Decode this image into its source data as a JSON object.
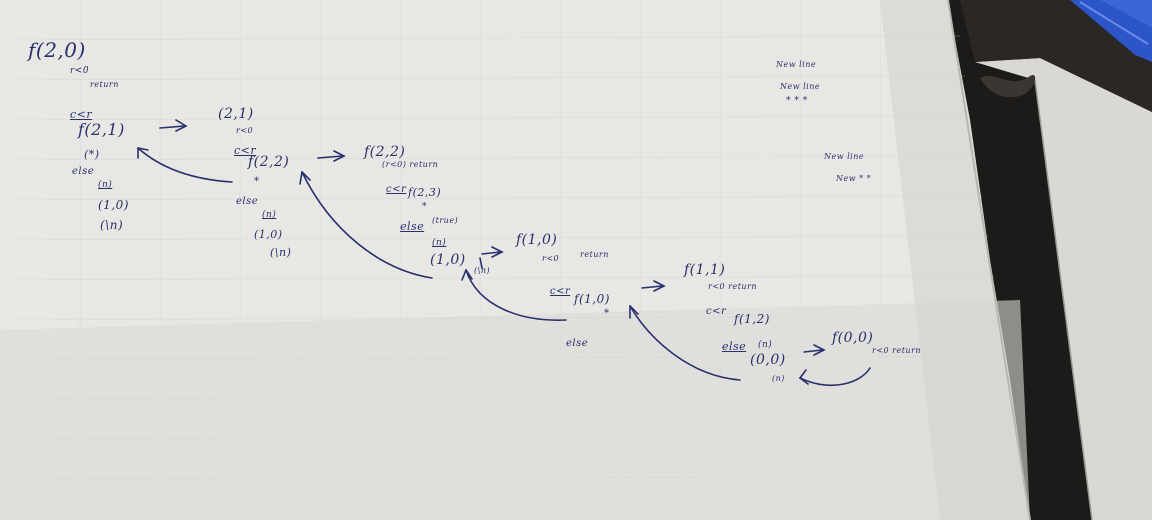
{
  "colors": {
    "ink": "#27306e",
    "paper": "#ecebe7",
    "paper_shadow": "#c8c7c2",
    "background": "#1d1b19",
    "pen_blue": "#2c56c8"
  },
  "notes": {
    "n1": "f(2,0)",
    "n2": "r<0",
    "n3": "return",
    "n4": "c<r",
    "n5": "f(2,1)",
    "n6": "(*)",
    "n7": "else",
    "n8": "(n)",
    "n9": "(1,0)",
    "n10": "(\\n)",
    "n11": "(2,1)",
    "n12": "r<0",
    "n13": "c<r",
    "n14": "f(2,2)",
    "n15": "*",
    "n16": "else",
    "n17": "(n)",
    "n18": "(1,0)",
    "n19": "(\\n)",
    "n20": "f(2,2)",
    "n21": "(r<0) return",
    "n22": "c<r",
    "n23": "f(2,3)",
    "n24": "*",
    "n25": "else",
    "n26": "(true)",
    "n27": "(n)",
    "n28": "(1,0)",
    "n29": "->",
    "n30": "(\\n)",
    "n31": "f(1,0)",
    "n32": "r<0",
    "n33": "return",
    "n34": "c<r",
    "n35": "f(1,0)",
    "n36": "*",
    "n37": "else",
    "n38": "->",
    "n39": "f(1,1)",
    "n40": "r<0 return",
    "n41": "c<r",
    "n42": "f(1,2)",
    "n43": "else",
    "n44": "(n)",
    "n45": "(0,0)",
    "n46": "(n)",
    "n47": "->",
    "n48": "f(0,0)",
    "n49": "r<0 return",
    "n50": "New line",
    "n51": "New line",
    "n52": "* * *",
    "n53": "New line",
    "n54": "New * *",
    "n55": "->",
    "n56": "->"
  }
}
